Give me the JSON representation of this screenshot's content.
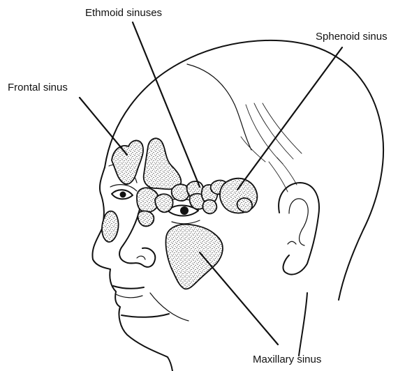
{
  "labels": {
    "ethmoid": "Ethmoid sinuses",
    "sphenoid": "Sphenoid sinus",
    "frontal": "Frontal sinus",
    "maxillary": "Maxillary sinus"
  },
  "colors": {
    "ink": "#111111",
    "background": "#ffffff"
  }
}
